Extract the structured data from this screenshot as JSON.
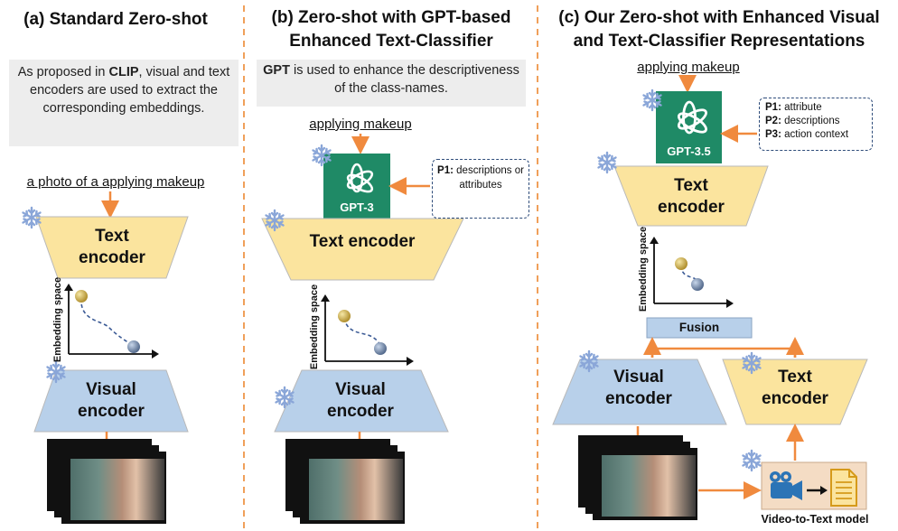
{
  "panel_a": {
    "title": "(a)  Standard Zero-shot",
    "note_pre": "As proposed in ",
    "note_bold": "CLIP",
    "note_post": ", visual and text encoders are used to extract the corresponding embeddings.",
    "input_label": "a photo of a applying makeup",
    "text_encoder": "Text encoder",
    "embedding_label": "Embedding space",
    "visual_encoder": "Visual encoder"
  },
  "panel_b": {
    "title_line1": "(b) Zero-shot with GPT-based",
    "title_line2": "Enhanced Text-Classifier",
    "note_bold": "GPT",
    "note_post": " is used to enhance the descriptiveness of the class-names.",
    "input_label": "applying makeup",
    "gpt_label": "GPT-3",
    "prompt_key": "P1:",
    "prompt_text": " descriptions or attributes",
    "text_encoder": "Text encoder",
    "embedding_label": "Embedding space",
    "visual_encoder": "Visual encoder"
  },
  "panel_c": {
    "title_line1": "(c) Our Zero-shot with Enhanced Visual",
    "title_line2": "and Text-Classifier Representations",
    "input_label": "applying makeup",
    "gpt_label": "GPT-3.5",
    "prompts": [
      {
        "key": "P1:",
        "text": " attribute"
      },
      {
        "key": "P2:",
        "text": " descriptions"
      },
      {
        "key": "P3:",
        "text": " action context"
      }
    ],
    "text_encoder_top": "Text encoder",
    "embedding_label": "Embedding space",
    "fusion": "Fusion",
    "visual_encoder": "Visual encoder",
    "text_encoder_bottom": "Text encoder",
    "v2t_label": "Video-to-Text model"
  },
  "colors": {
    "orange": "#f08a3e",
    "text_encoder_fill": "#fbe49e",
    "visual_encoder_fill": "#b8d0ea",
    "gpt_green": "#1f8a66",
    "snowflake": "#8aa6d8",
    "divider": "#f0a05a"
  },
  "icons": [
    "snowflake-icon",
    "openai-logo-icon",
    "video-camera-icon",
    "document-icon",
    "video-frames-image"
  ]
}
